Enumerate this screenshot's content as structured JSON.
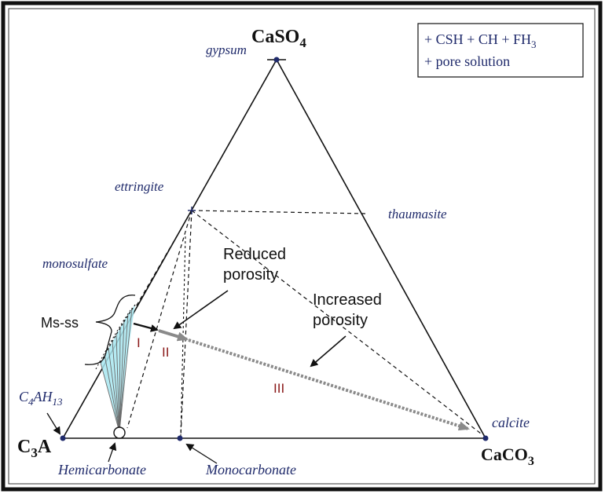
{
  "vertices": {
    "top": {
      "formula_main": "CaSO",
      "formula_sub": "4",
      "mineral": "gypsum"
    },
    "left": {
      "formula_main": "C",
      "formula_sub": "3",
      "formula_tail": "A"
    },
    "right": {
      "formula_main": "CaCO",
      "formula_sub": "3",
      "mineral": "calcite"
    }
  },
  "phases": {
    "ettringite": "ettringite",
    "thaumasite": "thaumasite",
    "monosulfate": "monosulfate",
    "c4ah13_main": "C",
    "c4ah13_sub1": "4",
    "c4ah13_mid": "AH",
    "c4ah13_sub2": "13",
    "hemicarbonate": "Hemicarbonate",
    "monocarbonate": "Monocarbonate",
    "ms_ss": "Ms-ss"
  },
  "legend": {
    "line1_main": "+ CSH + CH + FH",
    "line1_sub": "3",
    "line2": "+ pore solution"
  },
  "annotations": {
    "reduced_line1": "Reduced",
    "reduced_line2": "porosity",
    "increased_line1": "Increased",
    "increased_line2": "porosity"
  },
  "regions": {
    "r1": "I",
    "r2": "II",
    "r3": "III"
  },
  "colors": {
    "navy": "#1f2a6b",
    "red": "#8b1a1a",
    "cyan": "#a8e6f0",
    "gray_arrow": "#8a8a8a"
  }
}
